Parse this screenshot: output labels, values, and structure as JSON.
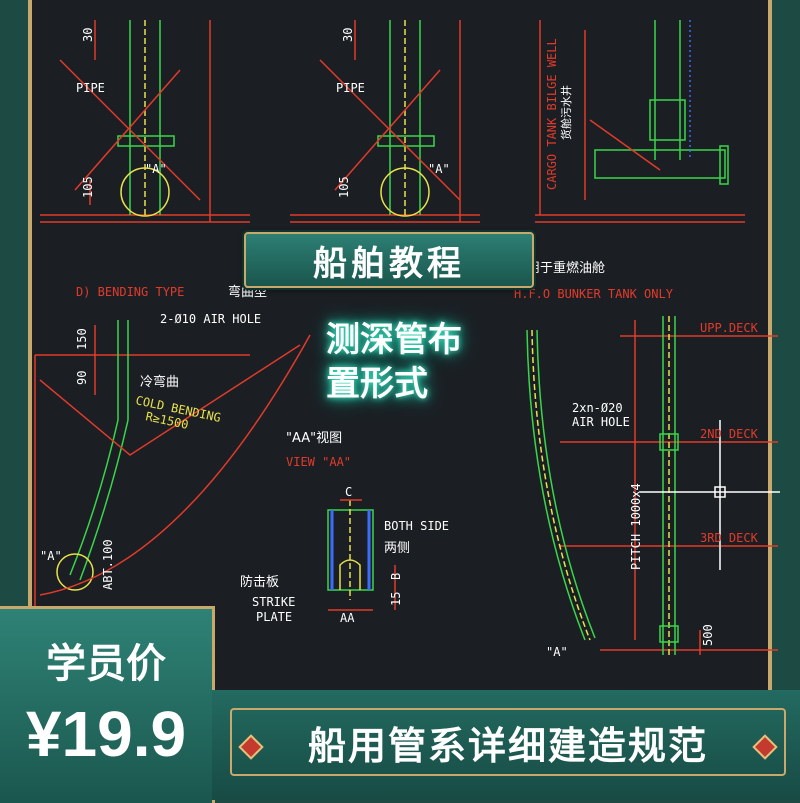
{
  "banner": {
    "title": "船舶教程"
  },
  "glow_title": {
    "line1": "测深管布",
    "line2": "置形式"
  },
  "price": {
    "label": "学员价",
    "value": "¥19.9"
  },
  "footer": {
    "text": "船用管系详细建造规范"
  },
  "cad": {
    "pipe_label": "PIPE",
    "dim_30": "30",
    "dim_105": "105",
    "dim_150": "150",
    "dim_90": "90",
    "view_a": "\"A\"",
    "cargo_tank": "CARGO TANK BILGE WELL",
    "cargo_tank_cn": "货舱污水井",
    "only_hfo_cn": "仅用于重燃油舱",
    "bending_type": "D) BENDING TYPE",
    "bending_type_cn": "弯曲型",
    "air_hole": "2-Ø10 AIR HOLE",
    "cold_bending_cn": "冷弯曲",
    "cold_bending": "COLD BENDING",
    "radius": "R≥1500",
    "view_aa_cn": "\"AA\"视图",
    "view_aa": "VIEW \"AA\"",
    "c_label": "C",
    "both_side": "BOTH SIDE",
    "both_side_cn": "两侧",
    "strike_plate_cn": "防击板",
    "strike": "STRIKE",
    "plate": "PLATE",
    "aa_dim": "AA",
    "b_dim": "B",
    "dim_15": "15",
    "abt_100": "ABT.100",
    "hfo_bunker": "H.F.O BUNKER TANK ONLY",
    "upp_deck": "UPP.DECK",
    "second_deck": "2ND DECK",
    "third_deck": "3RD DECK",
    "air_hole2_a": "2xn-Ø20",
    "air_hole2_b": "AIR HOLE",
    "pitch": "PITCH 1000x4",
    "dim_500": "500",
    "colors": {
      "cad_bg": "#1b1f24",
      "frame_green": "#1d4a43",
      "gold": "#c9a86c",
      "cad_red": "#e23a2a",
      "cad_green": "#39d64a",
      "cad_yellow": "#e8e24a",
      "cad_blue": "#3b6cff",
      "cad_white": "#ffffff"
    }
  }
}
